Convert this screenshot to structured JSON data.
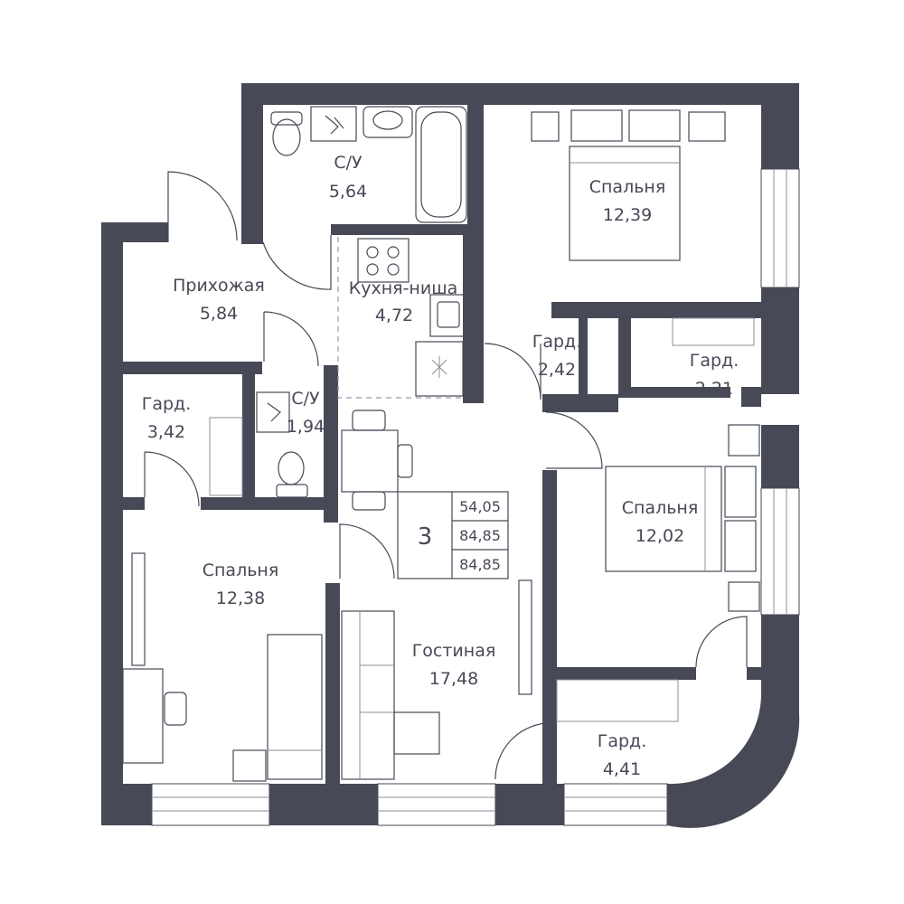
{
  "rooms": {
    "bathroom_main": {
      "name": "С/У",
      "area": "5,64"
    },
    "bedroom_top": {
      "name": "Спальня",
      "area": "12,39"
    },
    "hallway": {
      "name": "Прихожая",
      "area": "5,84"
    },
    "kitchen": {
      "name": "Кухня-ниша",
      "area": "4,72"
    },
    "wardrobe_1": {
      "name": "Гард.",
      "area": "2,42"
    },
    "wardrobe_2": {
      "name": "Гард.",
      "area": "2,21"
    },
    "wardrobe_3": {
      "name": "Гард.",
      "area": "3,42"
    },
    "bathroom_small": {
      "name": "С/У",
      "area": "1,94"
    },
    "bedroom_right": {
      "name": "Спальня",
      "area": "12,02"
    },
    "bedroom_left": {
      "name": "Спальня",
      "area": "12,38"
    },
    "living": {
      "name": "Гостиная",
      "area": "17,48"
    },
    "wardrobe_4": {
      "name": "Гард.",
      "area": "4,41"
    }
  },
  "summary": {
    "room_count": "3",
    "living_area": "54,05",
    "total_area": "84,85",
    "total_area_alt": "84,85"
  },
  "colors": {
    "wall": "#474a56",
    "background": "#ffffff"
  }
}
